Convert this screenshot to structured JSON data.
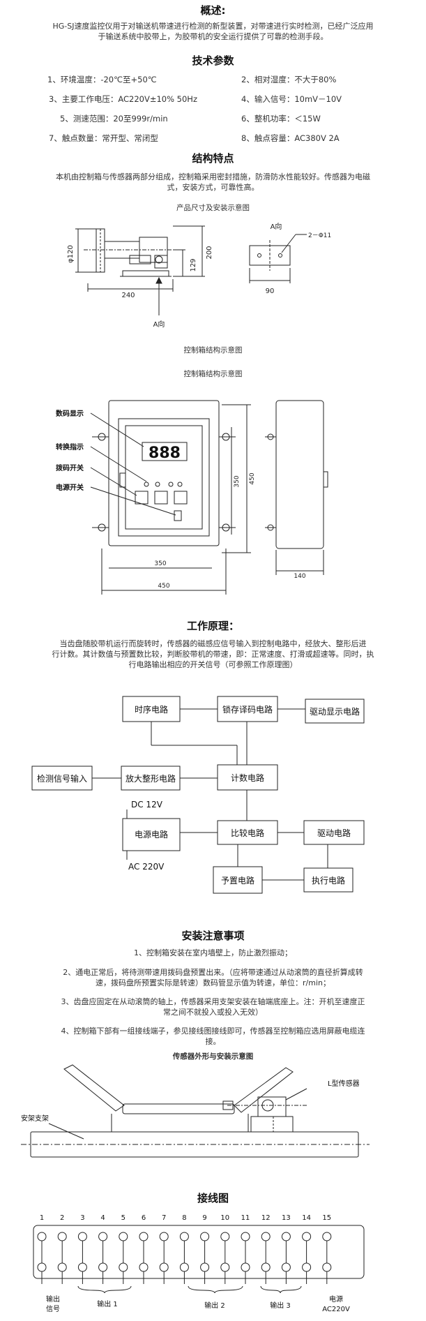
{
  "overview": {
    "title": "概述:",
    "line1": "HG-SJ速度监控仪用于对输送机带速进行检测的新型装置，对带速进行实时检测，已经广泛应用",
    "line2": "于输送系统中胶带上，为胶带机的安全运行提供了可靠的检测手段。"
  },
  "specs": {
    "title": "技术参数",
    "items": [
      "1、环境温度：-20℃至+50℃",
      "2、相对湿度：不大于80%",
      "3、主要工作电压：AC220V±10%  50Hz",
      "4、输入信号：10mV－10V",
      "5、测速范围：20至999r/min",
      "6、整机功率：＜15W",
      "7、触点数量：常开型、常闭型",
      "8、触点容量：AC380V 2A"
    ]
  },
  "structure": {
    "title": "结构特点",
    "line1": "本机由控制箱与传感器两部分组成，控制箱采用密封措施，防滑防水性能较好。传感器为电磁",
    "line2": "式，安装方式，可靠性高。",
    "diagram_caption": "产品尺寸及安装示意图",
    "dims": {
      "phi120": "φ120",
      "d129": "129",
      "d200": "200",
      "d240": "240",
      "a_dir": "A向",
      "a_dir_top": "A向",
      "hole": "2－Φ11",
      "d90": "90"
    },
    "caption_below": "控制箱结构示意图",
    "box_caption": "控制箱结构示意图",
    "box_labels": {
      "digital": "数码显示",
      "switch_ind": "转换指示",
      "dial": "拨码开关",
      "power": "电源开关",
      "display": "888",
      "d350v": "350",
      "d450v": "450",
      "d350h": "350",
      "d450h": "450",
      "d140": "140"
    }
  },
  "principle": {
    "title": "工作原理：",
    "line1": "当齿盘随胶带机运行而旋转时，传感器的磁感应信号输入到控制电路中，经放大、整形后进",
    "line2": "行计数。其计数值与预置数比较，判断胶带机的带速，即：正常速度、打滑或超速等。同时，执",
    "line3": "行电路输出相应的开关信号（可参照工作原理图）",
    "blocks": {
      "timing": "时序电路",
      "latch": "锁存译码电路",
      "drive_display": "驱动显示电路",
      "input": "检测信号输入",
      "amp": "放大整形电路",
      "count": "计数电路",
      "dc": "DC  12V",
      "power": "电源电路",
      "ac": "AC 220V",
      "compare": "比较电路",
      "drive": "驱动电路",
      "preset": "予置电路",
      "exec": "执行电路"
    }
  },
  "install": {
    "title": "安装注意事项",
    "items": [
      [
        "1、控制箱安装在室内墙壁上，防止激烈振动；"
      ],
      [
        "2、通电正常后，将待测带速用拨码盘预置出来。（应将带速通过从动滚筒的直径折算成转",
        "速，拨码盘所预置实际是转速）数码管显示值为转速，单位：r/min；"
      ],
      [
        "3、齿盘应固定在从动滚筒的轴上，传感器采用支架安装在轴端底座上。注：开机至速度正",
        "常之间不就投入或投入无效）"
      ],
      [
        "4、控制箱下部有一组接线端子，参见接线图接线即可，传感器至控制箱应选用屏蔽电缆连",
        "接。"
      ]
    ],
    "sensor_caption": "传感器外形与安装示意图",
    "bracket": "安架支架",
    "sensor": "L型传感器"
  },
  "wiring": {
    "title": "接线图",
    "terminals": [
      "1",
      "2",
      "3",
      "4",
      "5",
      "6",
      "7",
      "8",
      "9",
      "10",
      "11",
      "12",
      "13",
      "14",
      "15"
    ],
    "groups": [
      "输出\n信号",
      "输出 1",
      "输出 2",
      "输出 3",
      "电源\nAC220V"
    ],
    "g1a": "输出",
    "g1b": "信号",
    "g2": "输出 1",
    "g3": "输出 2",
    "g4": "输出 3",
    "g5a": "电源",
    "g5b": "AC220V"
  }
}
